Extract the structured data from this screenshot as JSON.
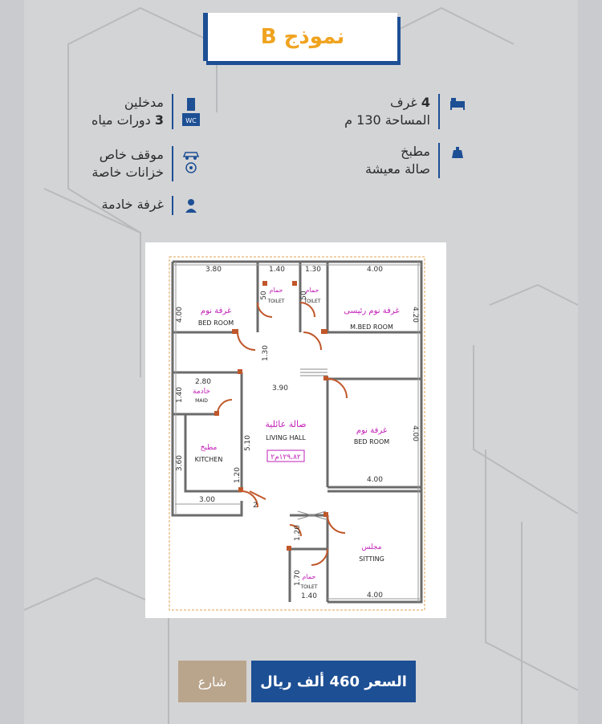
{
  "title": "نموذج B",
  "features_right": [
    {
      "icon": "bed-icon",
      "line1_num": "4",
      "line1_text": "غرف",
      "line2": "المساحة 130 م"
    },
    {
      "icon": "kitchen-icon",
      "line1_num": "",
      "line1_text": "مطبخ",
      "line2": "صالة معيشة"
    }
  ],
  "features_left": [
    {
      "icon": "door-icon",
      "line1": "مدخلين",
      "line2_num": "3",
      "line2_text": "دورات مياه"
    },
    {
      "icon": "car-icon",
      "line1": "موقف خاص",
      "line2": "خزانات خاصة"
    },
    {
      "icon": "person-icon",
      "line1": "غرفة خادمة"
    }
  ],
  "plan": {
    "dims": {
      "d380": "3.80",
      "d140a": "1.40",
      "d130a": "1.30",
      "d400a": "4.00",
      "d400l": "4.00",
      "d420": "4.20",
      "d050a": "50",
      "d050b": "50",
      "d130b": "1.30",
      "d280": "2.80",
      "d390": "3.90",
      "d140b": "1.40",
      "d510": "5.10",
      "d360": "3.60",
      "d120a": "1.20",
      "d400r": "4.00",
      "d400m": "4.00",
      "d300": "3.00",
      "d2": "2",
      "d120b": "1.20",
      "d170": "1.70",
      "d140c": "1.40",
      "d400b": "4.00"
    },
    "rooms": {
      "bed1_ar": "غرفة نوم",
      "bed1_en": "BED ROOM",
      "toilet1_ar": "حمام",
      "toilet1_en": "TOILET",
      "toilet2_ar": "حمام",
      "toilet2_en": "TOILET",
      "mbed_ar": "غرفة نوم رئيسى",
      "mbed_en": "M.BED ROOM",
      "maid_ar": "خادمة",
      "maid_en": "MAID",
      "kitchen_ar": "مطبخ",
      "kitchen_en": "KITCHEN",
      "living_ar": "صالة عائلية",
      "living_en": "LIVING HALL",
      "living_area": "١٢٩،٨٢م٢",
      "bed2_ar": "غرفة نوم",
      "bed2_en": "BED ROOM",
      "sitting_ar": "مجلس",
      "sitting_en": "SITTING",
      "toilet3_ar": "حمام",
      "toilet3_en": "TOILET"
    }
  },
  "price": "السعر 460 ألف ريال",
  "street_label": "شارع",
  "colors": {
    "accent": "#1d4f94",
    "title": "#f0a31f",
    "wall": "#6b6b6b",
    "door": "#c0572a",
    "label": "#c21fb8"
  }
}
